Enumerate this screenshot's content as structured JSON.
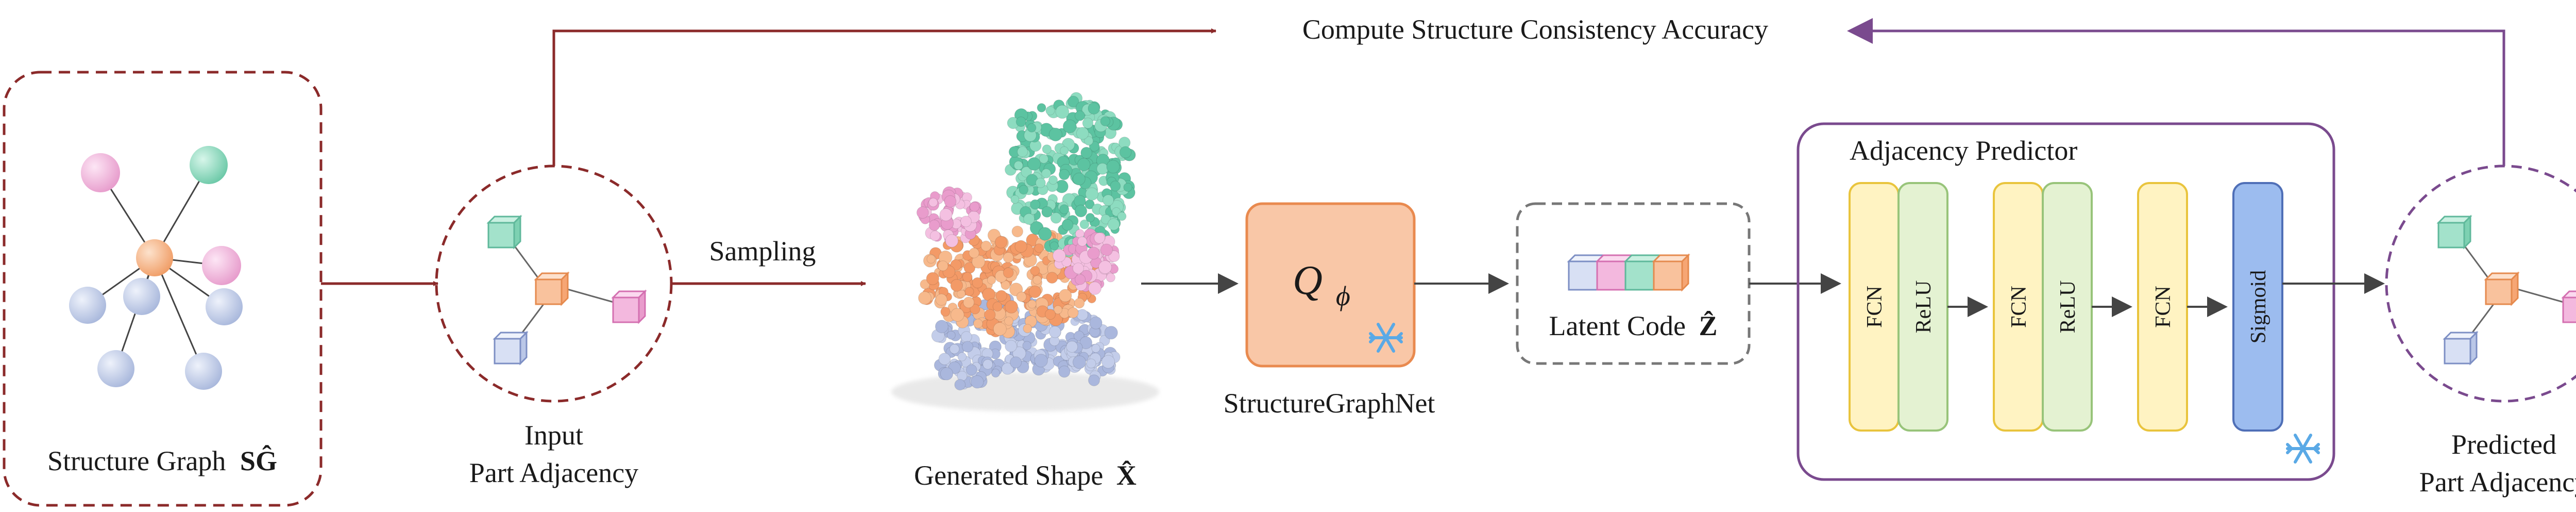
{
  "top_label": "Compute Structure Consistency Accuracy",
  "structure_graph": {
    "label": "Structure Graph",
    "symbol": "SĜ"
  },
  "input_adjacency": {
    "line1": "Input",
    "line2": "Part Adjacency"
  },
  "sampling_label": "Sampling",
  "generated_shape": {
    "label": "Generated Shape",
    "symbol": "X̂"
  },
  "encoder": {
    "symbol": "Q",
    "subscript": "ϕ",
    "label": "StructureGraphNet"
  },
  "latent_code": {
    "label": "Latent Code",
    "symbol": "Ẑ"
  },
  "predictor": {
    "title": "Adjacency Predictor",
    "layers": [
      "FCN",
      "ReLU",
      "FCN",
      "ReLU",
      "FCN",
      "Sigmoid"
    ]
  },
  "predicted_adjacency": {
    "line1": "Predicted",
    "line2": "Part Adjacency"
  },
  "colors": {
    "dark_red": "#8b2a2a",
    "purple": "#7a4a8e",
    "pink": "#f2b2dc",
    "green": "#8ddcc0",
    "orange": "#f7b98c",
    "blue": "#c9d3ec",
    "fcn_fill": "#fff3c2",
    "relu_fill": "#e4f2d2",
    "sigmoid_fill": "#9cbcef",
    "encoder_fill": "#f9c7a7"
  }
}
